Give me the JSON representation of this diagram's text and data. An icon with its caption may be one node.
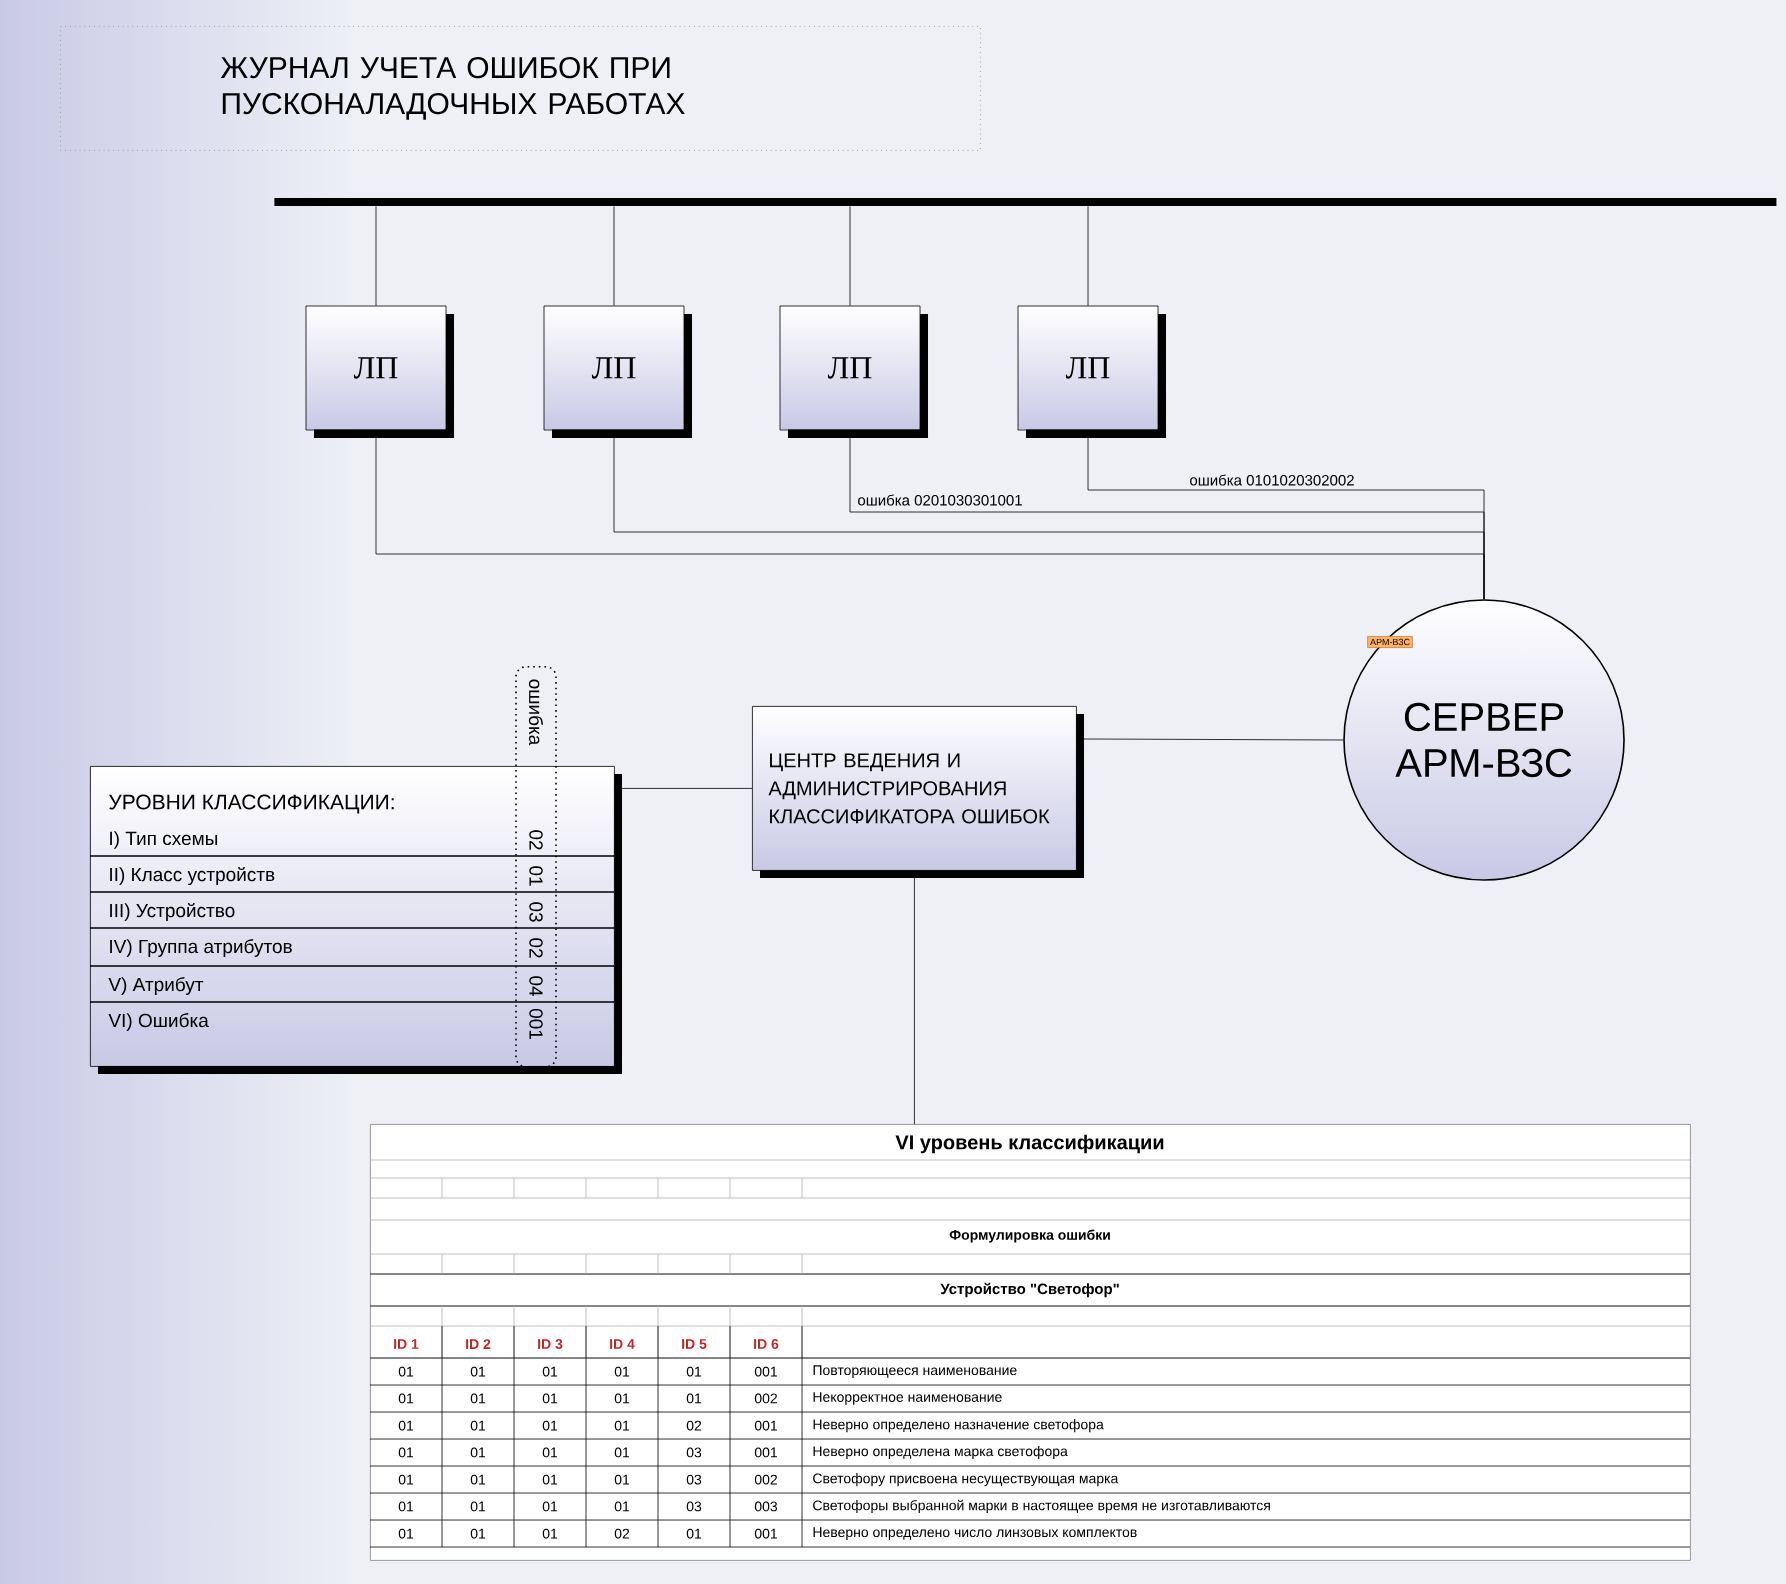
{
  "diagram": {
    "title": "ЖУРНАЛ УЧЕТА ОШИБОК ПРИ ПУСКОНАЛАДОЧНЫХ РАБОТАХ",
    "nodes": [
      {
        "text": [],
        "shape": "bar"
      },
      {
        "text": [
          "ЛП"
        ]
      },
      {
        "text": [
          "ЛП"
        ]
      },
      {
        "text": [
          "ЛП"
        ]
      },
      {
        "text": [
          "ЛП"
        ]
      },
      {
        "text": [
          "СЕРВЕР АРМ-ВЗС"
        ]
      },
      {
        "text": [
          "ЦЕНТР ВЕДЕНИЯ И АДМИНИСТРИРОВАНИЯ КЛАССИФИКАТОРА ОШИБОК"
        ]
      },
      {
        "text": [
          "УРОВНИ КЛАССИФИКАЦИИ:",
          "I)  Тип схемы",
          "II)  Класс устройств",
          "III) Устройство",
          "IV) Группа атрибутов",
          "V)  Атрибут",
          "VI) Ошибка"
        ]
      },
      {
        "text": [
          "ошибка",
          "02",
          "01",
          "03",
          "02",
          "04",
          "001"
        ]
      },
      {
        "text": [
          "VI уровень классификации"
        ]
      }
    ],
    "edges": [
      {
        "from": 0,
        "to": 1,
        "arrow": "none"
      },
      {
        "from": 0,
        "to": 2,
        "arrow": "none"
      },
      {
        "from": 0,
        "to": 3,
        "arrow": "none"
      },
      {
        "from": 0,
        "to": 4,
        "arrow": "none"
      },
      {
        "from": 1,
        "to": 5,
        "arrow": "none"
      },
      {
        "from": 2,
        "to": 5,
        "arrow": "none"
      },
      {
        "from": 3,
        "to": 5,
        "arrow": "none",
        "label": "ошибка 0201030301001"
      },
      {
        "from": 4,
        "to": 5,
        "arrow": "none",
        "label": "ошибка 0101020302002"
      },
      {
        "from": 6,
        "to": 5,
        "arrow": "none"
      },
      {
        "from": 6,
        "to": 7,
        "arrow": "none"
      },
      {
        "from": 6,
        "to": 9,
        "arrow": "none"
      }
    ],
    "labels": [
      "Формулировка ошибки",
      "Устройство \"Светофор\"",
      "ID 1",
      "ID 2",
      "ID 3",
      "ID 4",
      "ID 5",
      "ID 6",
      "01",
      "01",
      "01",
      "01",
      "01",
      "001",
      "Повторяющееся наименование",
      "01",
      "01",
      "01",
      "01",
      "01",
      "002",
      "Некорректное наименование",
      "01",
      "01",
      "01",
      "01",
      "02",
      "001",
      "Неверно определено назначение светофора",
      "01",
      "01",
      "01",
      "01",
      "03",
      "001",
      "Неверно определена марка светофора",
      "01",
      "01",
      "01",
      "01",
      "03",
      "002",
      "Светофору присвоена несуществующая марка",
      "01",
      "01",
      "01",
      "01",
      "03",
      "003",
      "Светофоры выбранной марки в настоящее время не изготавливаются",
      "01",
      "01",
      "01",
      "02",
      "01",
      "001",
      "Неверно определено число линзовых комплектов",
      "АРМ-ВЗС"
    ]
  }
}
